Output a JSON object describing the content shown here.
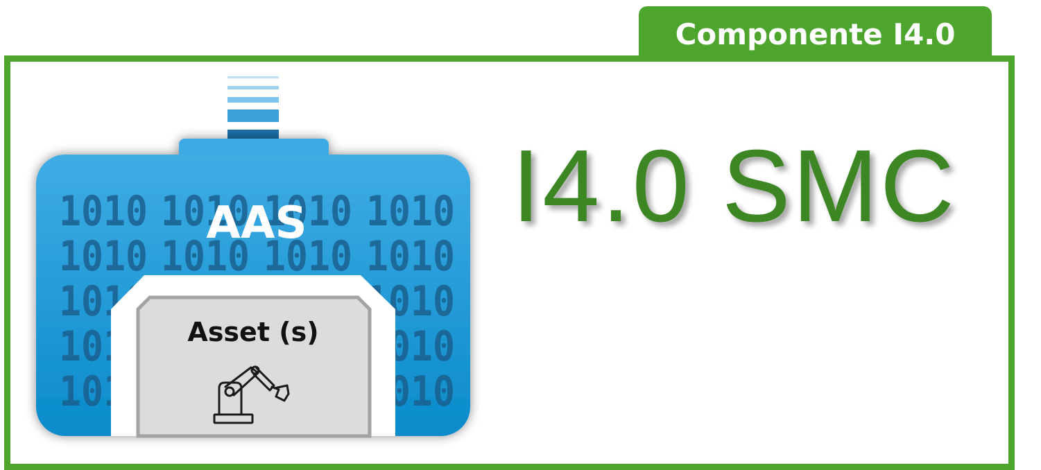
{
  "tab": {
    "label": "Componente I4.0"
  },
  "main": {
    "title": "I4.0 SMC"
  },
  "aas": {
    "label": "AAS",
    "binary_pattern": "1010",
    "icon": "aas-shell-icon"
  },
  "asset": {
    "label": "Asset (s)",
    "icon": "robot-arm-icon"
  },
  "colors": {
    "green": "#4ea52e",
    "title_green": "#3c8624",
    "blue_top": "#3eaae3",
    "blue_bottom": "#0a8ccc",
    "asset_gray": "#dcdcdc"
  }
}
